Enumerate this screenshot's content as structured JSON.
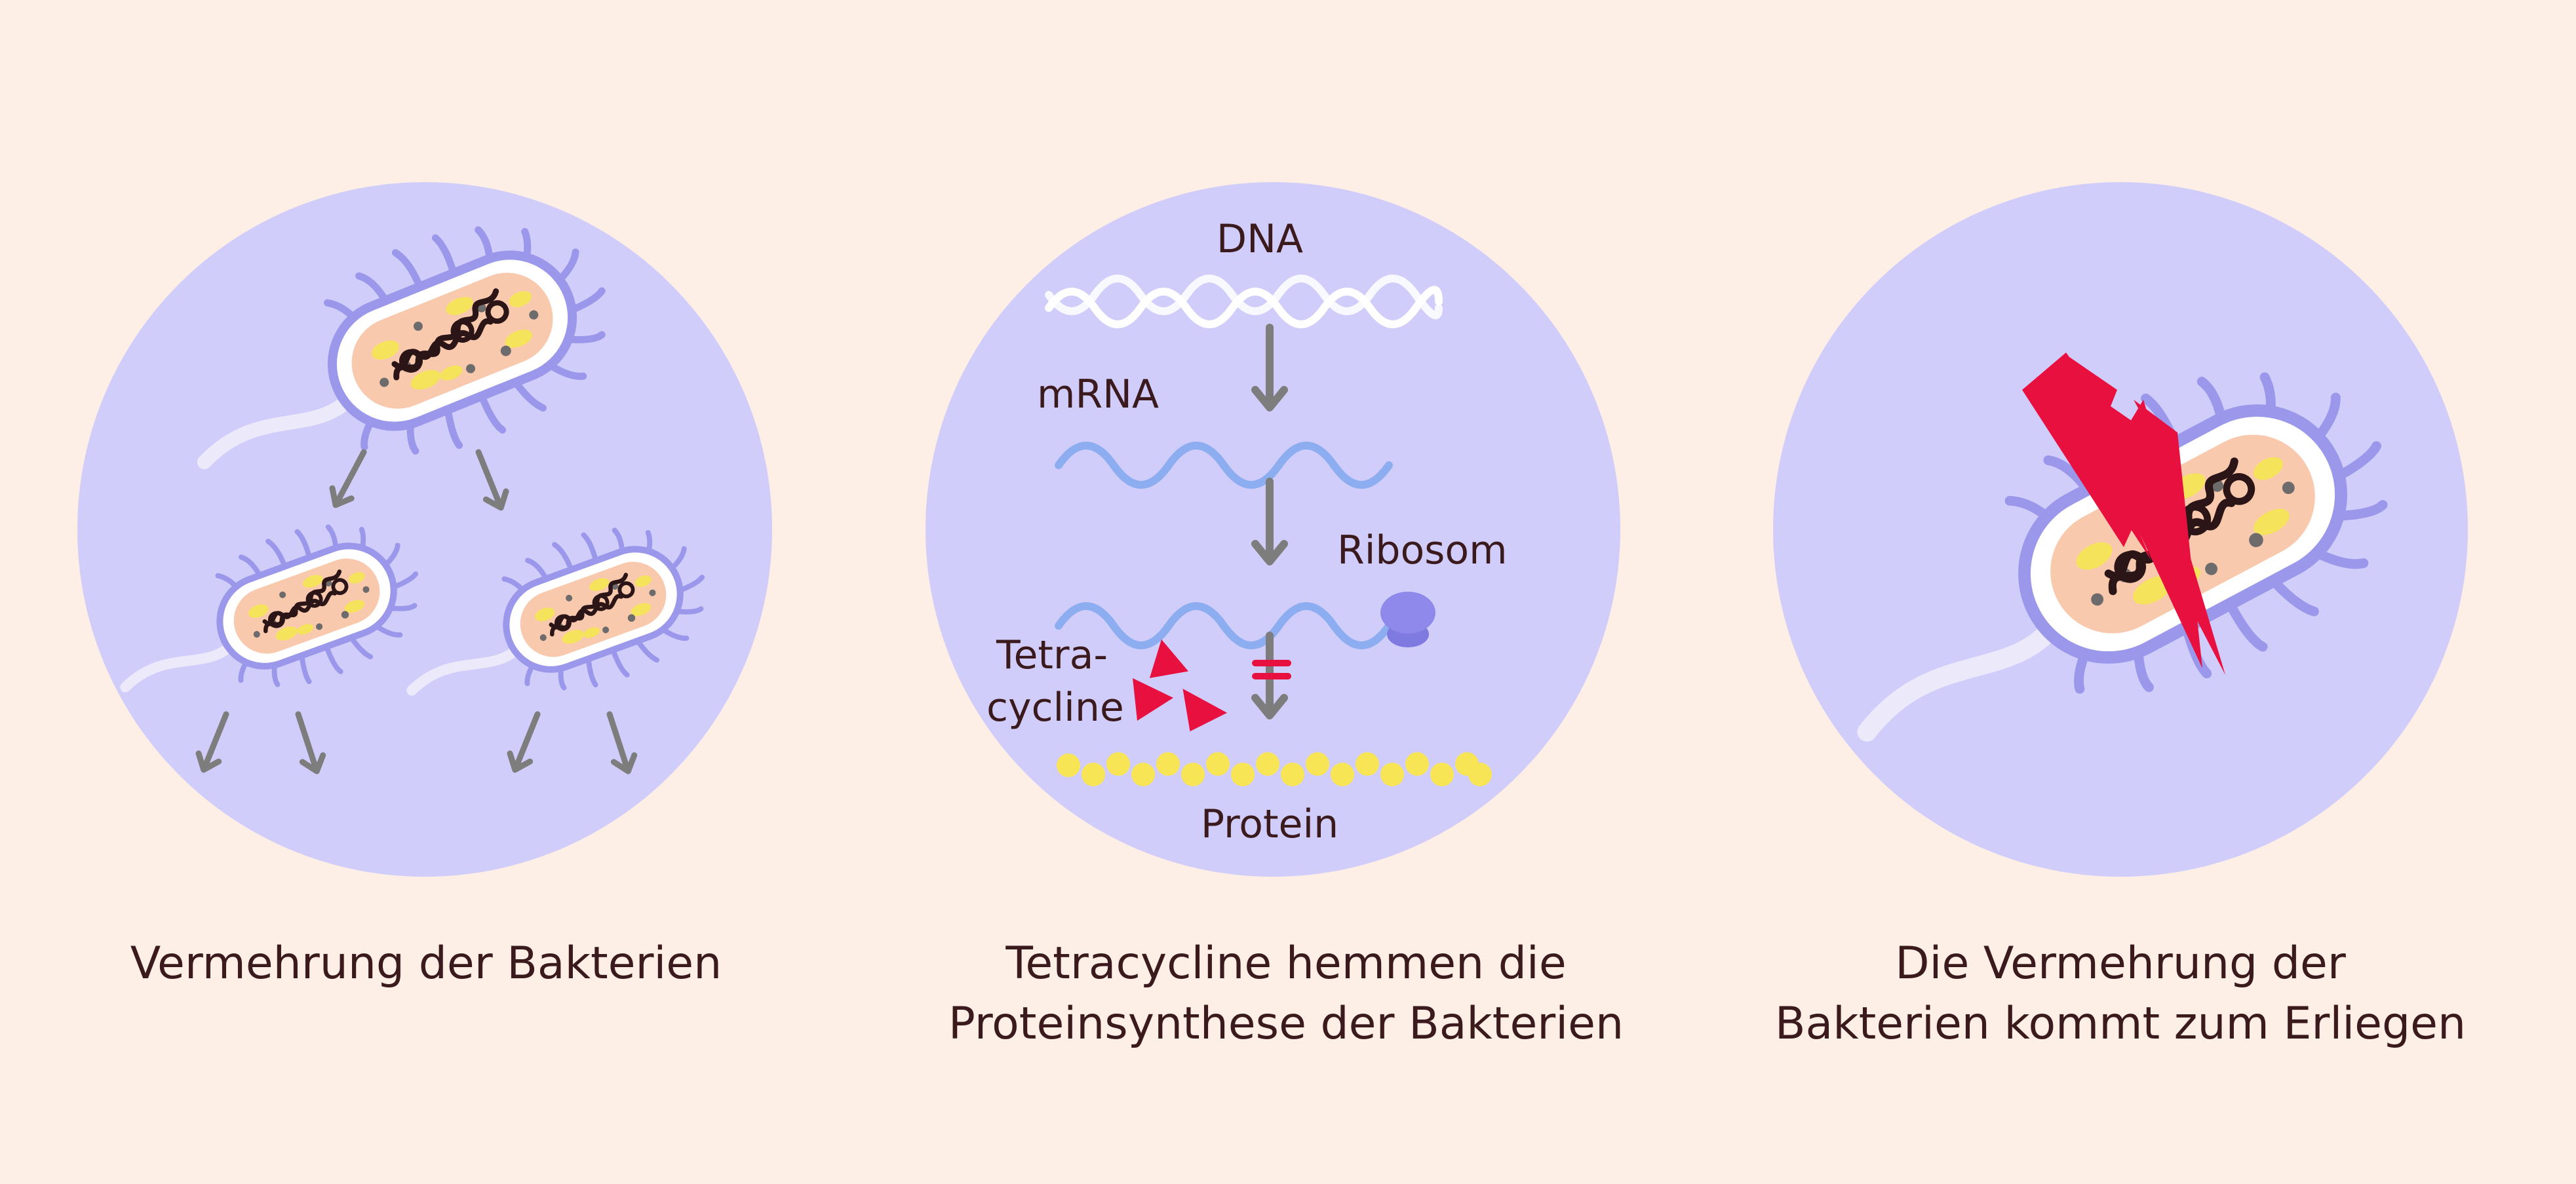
{
  "panels": [
    {
      "caption": [
        "Vermehrung der Bakterien"
      ]
    },
    {
      "caption": [
        "Tetracycline hemmen die",
        "Proteinsynthese der Bakterien"
      ],
      "labels": {
        "dna": "DNA",
        "mrna": "mRNA",
        "ribosom": "Ribosom",
        "tetra_line1": "Tetra-",
        "tetra_line2": "cycline",
        "protein": "Protein"
      }
    },
    {
      "caption": [
        "Die Vermehrung der",
        "Bakterien kommt zum Erliegen"
      ]
    }
  ],
  "colors": {
    "background": "#fdeee6",
    "circle": "#d1cdfa",
    "bacterium_outline": "#9b98ec",
    "bacterium_body": "#f9c9ae",
    "bacterium_spots": "#f5e35c",
    "arrow": "#7d7d7d",
    "dna_strand": "#ffffff",
    "mrna_strand": "#8cadef",
    "ribosome": "#8e89ea",
    "tetracycline": "#e8103f",
    "protein": "#f8e556",
    "lightning": "#e8103f",
    "text": "#3a1a1c"
  }
}
